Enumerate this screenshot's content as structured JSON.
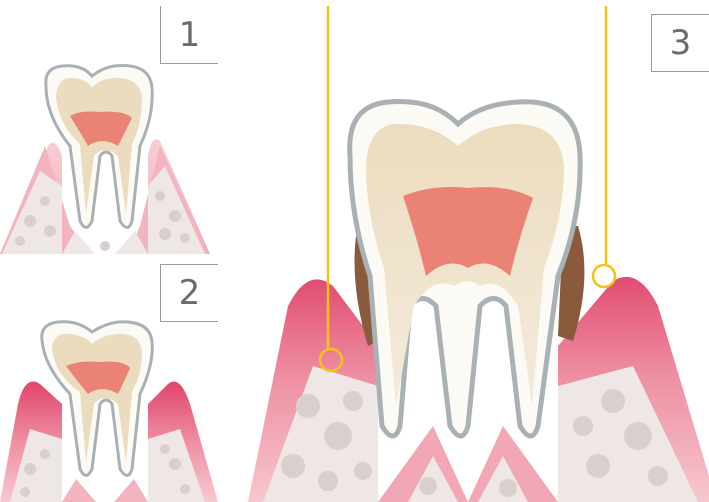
{
  "panels": [
    {
      "label": "1"
    },
    {
      "label": "2"
    },
    {
      "label": "3"
    }
  ],
  "colors": {
    "gum_pink": "#e8607e",
    "gum_light": "#f6c7cf",
    "bone": "#efe7e5",
    "bone_cells": "#d9d0cd",
    "enamel": "#fbfaf5",
    "dentin": "#ecdcbf",
    "pulp": "#ea8275",
    "tooth_outline": "#a9b1b4",
    "tartar": "#8a5a3c",
    "pointer_line": "#f5c316",
    "frame": "#9a9a9a"
  },
  "icons": [
    "tooth-stage-1",
    "tooth-stage-2",
    "tooth-stage-3",
    "pointer-circle"
  ]
}
